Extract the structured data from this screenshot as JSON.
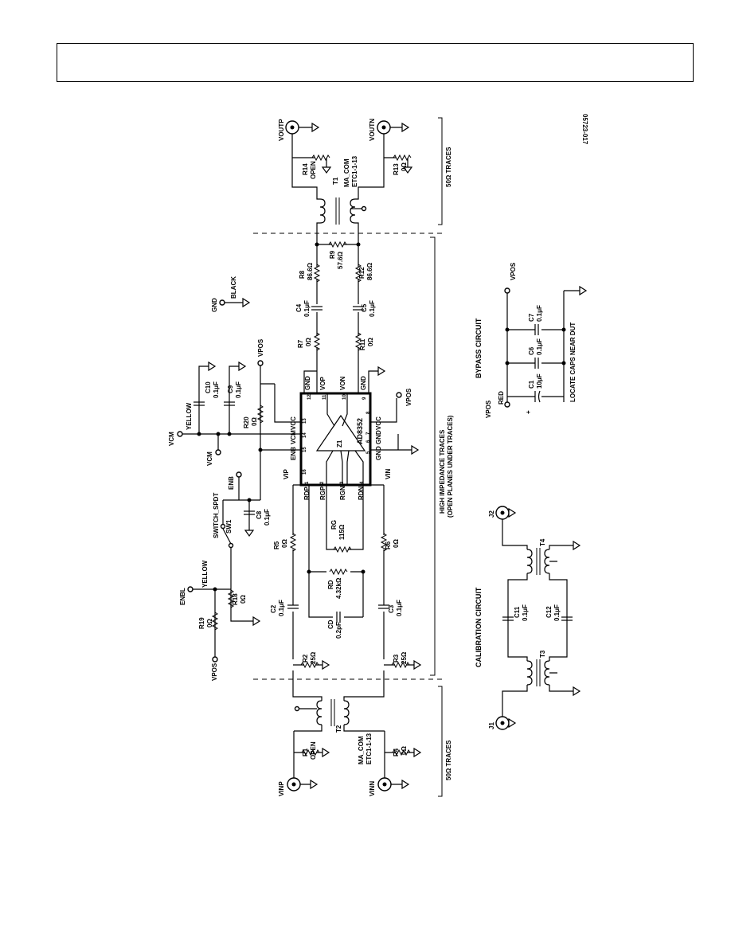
{
  "header": {
    "title": ""
  },
  "figure_id": "05723-017",
  "labels": {
    "voutp": "VOUTP",
    "voutn": "VOUTN",
    "vinp": "VINP",
    "vinn": "VINN",
    "enbl": "ENBL",
    "vcm": "VCM",
    "vpos": "VPOS",
    "gnd": "GND",
    "black": "BLACK",
    "yellow": "YELLOW",
    "red": "RED",
    "enb": "ENB",
    "switch": "SWITCH_SPDT",
    "sw1": "SW1",
    "j1": "J1",
    "j2": "J2",
    "z1": "Z1",
    "ad8352": "AD8352",
    "traces50": "50Ω TRACES",
    "hiz1": "HIGH IMPEDANCE TRACES",
    "hiz2": "(OPEN PLANES UNDER TRACES)",
    "bypass": "BYPASS CIRCUIT",
    "locate": "LOCATE CAPS NEAR DUT",
    "calibration": "CALIBRATION CIRCUIT"
  },
  "pins": {
    "rdp": "RDP",
    "rgp": "RGP",
    "rgn": "RGN",
    "rdn": "RDN",
    "vip": "VIP",
    "vin": "VIN",
    "enb": "ENB",
    "vcm": "VCM",
    "vcc": "VCC",
    "gnd": "GND",
    "vop": "VOP",
    "von": "VON",
    "n1": "1",
    "n2": "2",
    "n3": "3",
    "n4": "4",
    "n5": "5",
    "n6": "6",
    "n7": "7",
    "n8": "8",
    "n9": "9",
    "n10": "10",
    "n11": "11",
    "n12": "12",
    "n13": "13",
    "n14": "14",
    "n15": "15",
    "n16": "16"
  },
  "components": {
    "r1": {
      "ref": "R1",
      "val": "OPEN"
    },
    "r2": {
      "ref": "R2",
      "val": "25Ω"
    },
    "r3": {
      "ref": "R3",
      "val": "25Ω"
    },
    "r4": {
      "ref": "R4",
      "val": "0Ω"
    },
    "r5": {
      "ref": "R5",
      "val": "0Ω"
    },
    "r6": {
      "ref": "R6",
      "val": "0Ω"
    },
    "r7": {
      "ref": "R7",
      "val": "0Ω"
    },
    "r8": {
      "ref": "R8",
      "val": "86.6Ω"
    },
    "r9": {
      "ref": "R9",
      "val": "57.6Ω"
    },
    "r11": {
      "ref": "R11",
      "val": "0Ω"
    },
    "r12": {
      "ref": "R12",
      "val": "86.6Ω"
    },
    "r13": {
      "ref": "R13",
      "val": "0Ω"
    },
    "r14": {
      "ref": "R14",
      "val": "OPEN"
    },
    "r18": {
      "ref": "R18",
      "val": "0Ω"
    },
    "r19": {
      "ref": "R19",
      "val": "0Ω"
    },
    "r20": {
      "ref": "R20",
      "val": "0Ω"
    },
    "rg": {
      "ref": "RG",
      "val": "115Ω"
    },
    "rd": {
      "ref": "RD",
      "val": "4.32kΩ"
    },
    "cd": {
      "ref": "CD",
      "val": "0.2pF"
    },
    "c1": {
      "ref": "C1",
      "val": "10μF"
    },
    "c2": {
      "ref": "C2",
      "val": "0.1μF"
    },
    "c3": {
      "ref": "C3",
      "val": "0.1μF"
    },
    "c4": {
      "ref": "C4",
      "val": "0.1μF"
    },
    "c5": {
      "ref": "C5",
      "val": "0.1μF"
    },
    "c6": {
      "ref": "C6",
      "val": "0.1μF"
    },
    "c7": {
      "ref": "C7",
      "val": "0.1μF"
    },
    "c8": {
      "ref": "C8",
      "val": "0.1μF"
    },
    "c9": {
      "ref": "C9",
      "val": "0.1μF"
    },
    "c10": {
      "ref": "C10",
      "val": "0.1μF"
    },
    "c11": {
      "ref": "C11",
      "val": "0.1μF"
    },
    "c12": {
      "ref": "C12",
      "val": "0.1μF"
    },
    "t1": {
      "ref": "T1",
      "part": "MA_COM",
      "model": "ETC1-1-13"
    },
    "t2": {
      "ref": "T2",
      "part": "MA_COM",
      "model": "ETC1-1-13"
    },
    "t3": {
      "ref": "T3"
    },
    "t4": {
      "ref": "T4"
    }
  }
}
